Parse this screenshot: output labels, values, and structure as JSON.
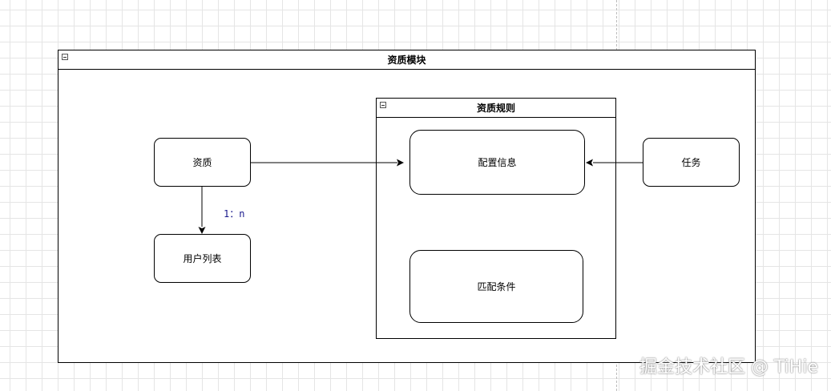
{
  "diagram": {
    "containers": {
      "module": {
        "title": "资质模块"
      },
      "rules": {
        "title": "资质规则"
      }
    },
    "nodes": {
      "qualification": "资质",
      "user_list": "用户列表",
      "config_info": "配置信息",
      "match_conditions": "匹配条件",
      "task": "任务"
    },
    "edges": {
      "qualification_to_user_list": {
        "label": "1：n"
      }
    }
  },
  "watermark": "掘金技术社区 @ TiHie"
}
